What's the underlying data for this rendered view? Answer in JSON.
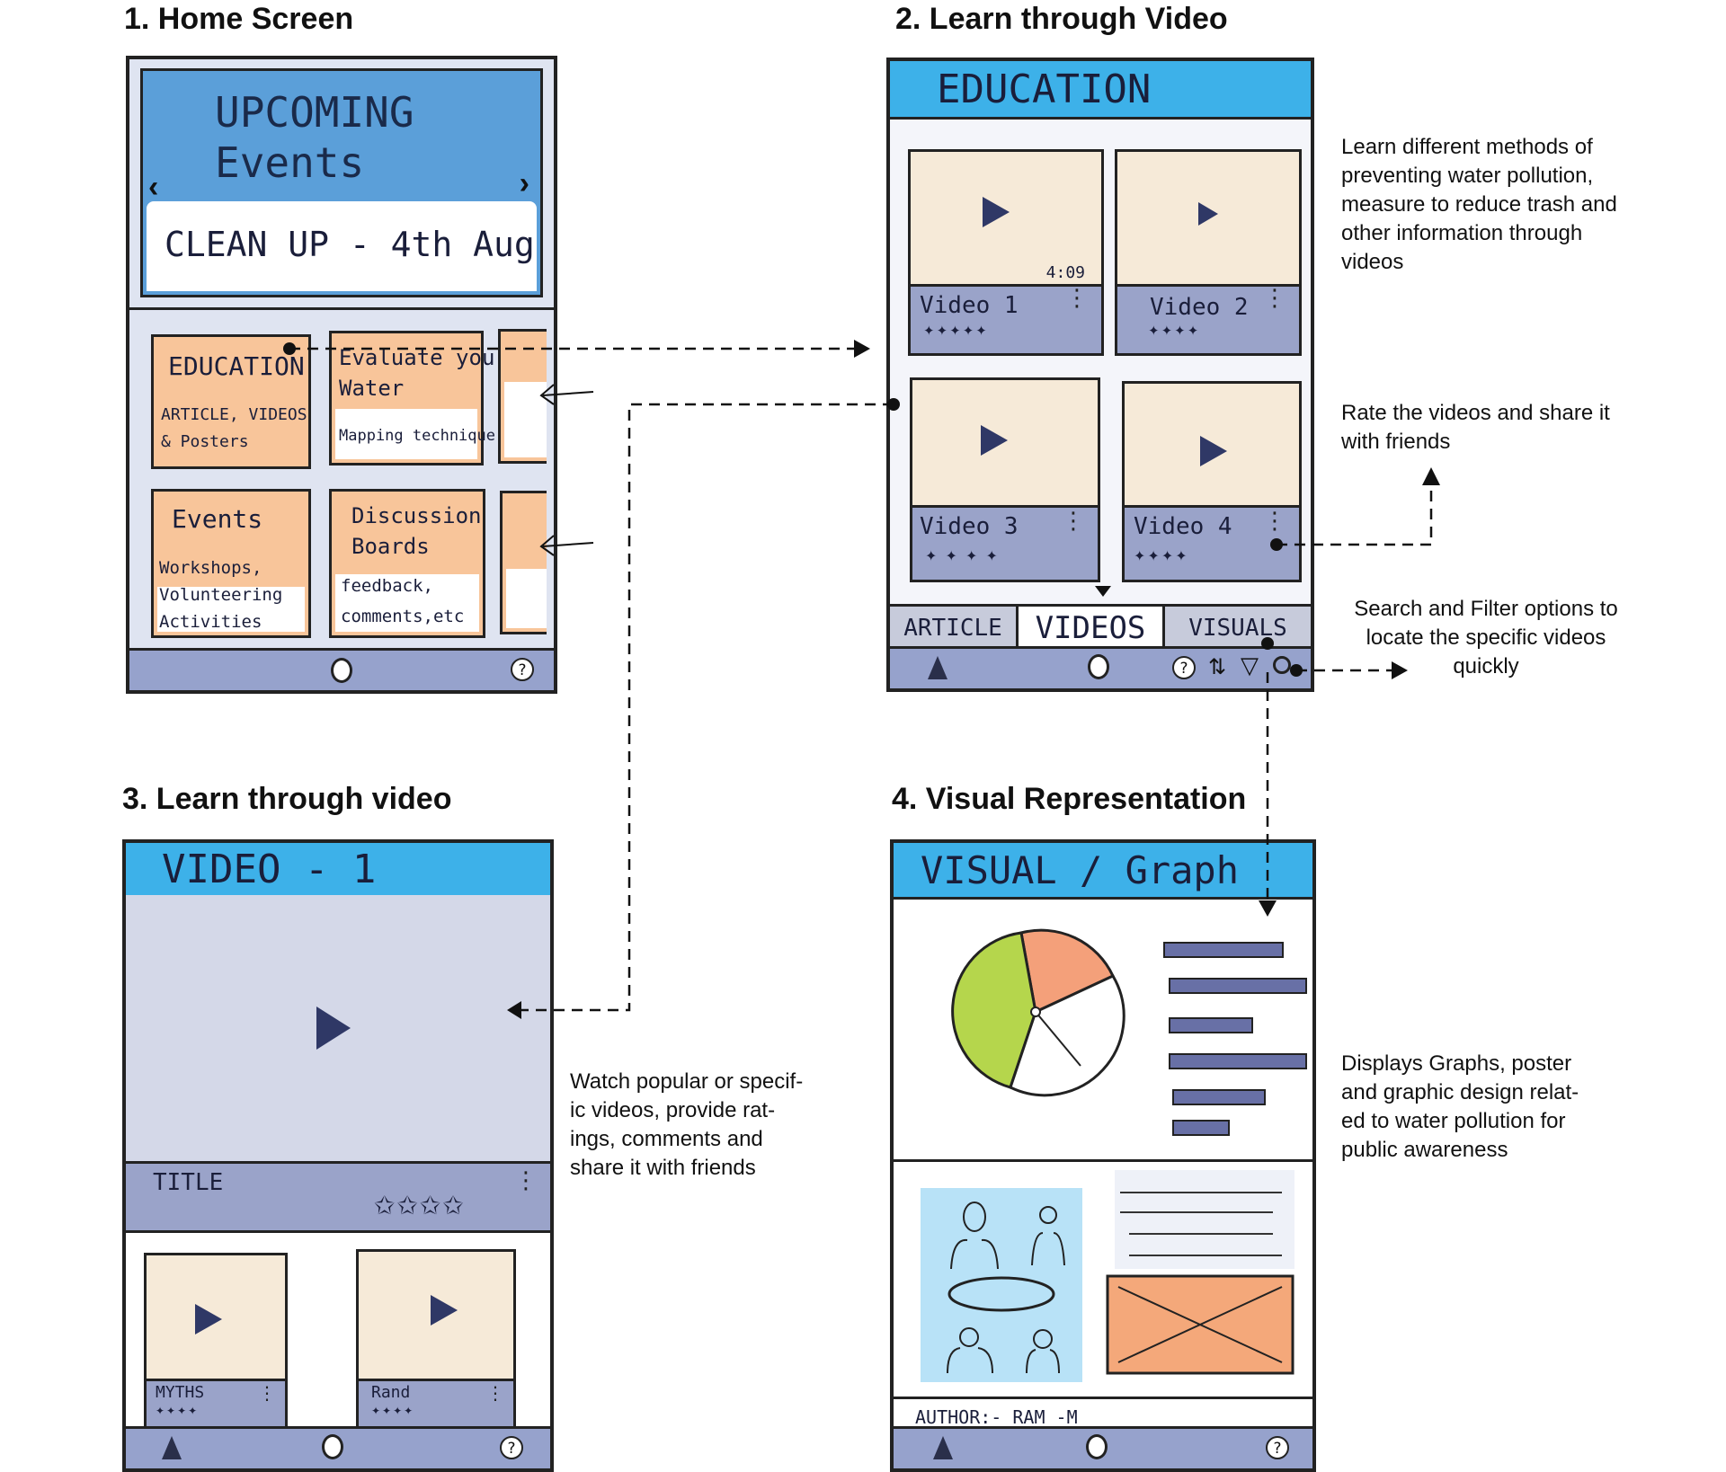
{
  "titles": {
    "home": "1. Home Screen",
    "learn_video": "2. Learn through Video",
    "learn_video_detail": "3. Learn through video",
    "visual": "4. Visual Representation"
  },
  "home": {
    "banner_title": "UPCOMING\nEvents",
    "banner_event": "CLEAN UP - 4th Aug",
    "tiles": [
      {
        "title": "EDUCATION",
        "sub": "ARTICLE, VIDEOS\n& Posters"
      },
      {
        "title": "Evaluate your\nWater",
        "sub": "Mapping technique"
      },
      {
        "title": "Events",
        "sub": "Workshops,\nVolunteering\nActivities"
      },
      {
        "title": "Discussion\nBoards",
        "sub": "feedback,\ncomments,etc"
      }
    ]
  },
  "education": {
    "header": "EDUCATION",
    "videos": [
      {
        "label": "Video 1",
        "duration": "4:09"
      },
      {
        "label": "Video 2",
        "duration": ""
      },
      {
        "label": "Video 3",
        "duration": ""
      },
      {
        "label": "Video 4",
        "duration": ""
      }
    ],
    "tabs": [
      "ARTICLE",
      "VIDEOS",
      "VISUALS"
    ]
  },
  "video_detail": {
    "header": "VIDEO - 1",
    "title_label": "TITLE",
    "related": [
      {
        "label": "MYTHS"
      },
      {
        "label": "Rand"
      }
    ]
  },
  "visual": {
    "header": "VISUAL / Graph",
    "author": "AUTHOR:- RAM -M",
    "pie_colors": {
      "orange": "#f4a07a",
      "green": "#b5d64c"
    }
  },
  "notes": {
    "learn_methods": "Learn different methods of\npreventing water pollution,\nmeasure to reduce trash and\nother information through\nvideos",
    "rate_share": "Rate the videos and share it\nwith friends",
    "search_filter": "Search and Filter options to\nlocate the specific videos\nquickly",
    "watch": "Watch popular or specif-\nic videos, provide rat-\nings, comments and\nshare it with friends",
    "displays": "Displays Graphs, poster\nand graphic design relat-\ned to water pollution for\npublic awareness"
  },
  "colors": {
    "blue": "#3db1e9",
    "navy_bar": "#96a2cc",
    "orange": "#f8c59a",
    "cream": "#f6ead8",
    "light_blue": "#b8e2f7",
    "video_area": "#d4d8e8"
  }
}
